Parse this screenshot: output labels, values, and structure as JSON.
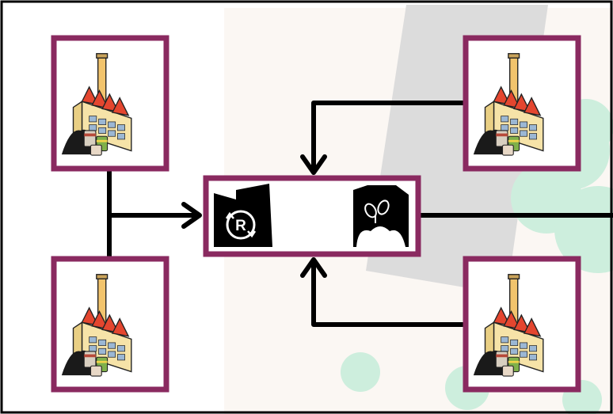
{
  "diagram": {
    "nodes": [
      {
        "id": "factory-top-left",
        "icon": "factory-icon"
      },
      {
        "id": "factory-bottom-left",
        "icon": "factory-icon"
      },
      {
        "id": "factory-top-right",
        "icon": "factory-icon"
      },
      {
        "id": "factory-bottom-right",
        "icon": "factory-icon"
      },
      {
        "id": "processing-hub",
        "icons": [
          "recycle-facility-icon",
          "organic-facility-icon"
        ],
        "label": "R"
      }
    ],
    "edges": [
      {
        "from": "factory-top-left",
        "to": "processing-hub"
      },
      {
        "from": "factory-bottom-left",
        "to": "processing-hub"
      },
      {
        "from": "factory-top-right",
        "to": "processing-hub"
      },
      {
        "from": "factory-bottom-right",
        "to": "processing-hub"
      },
      {
        "from": "processing-hub",
        "to": "outside-right"
      }
    ]
  },
  "colors": {
    "frame_border": "#8a2a60",
    "line": "#000000",
    "background_light": "#fbf7f3",
    "background_grey": "#dcdcdc",
    "tree_green": "#cdeedd",
    "factory_wall": "#f6e3a8",
    "factory_roof": "#e4462f",
    "chimney": "#f2c46d"
  },
  "hub": {
    "recycle_letter": "R"
  }
}
